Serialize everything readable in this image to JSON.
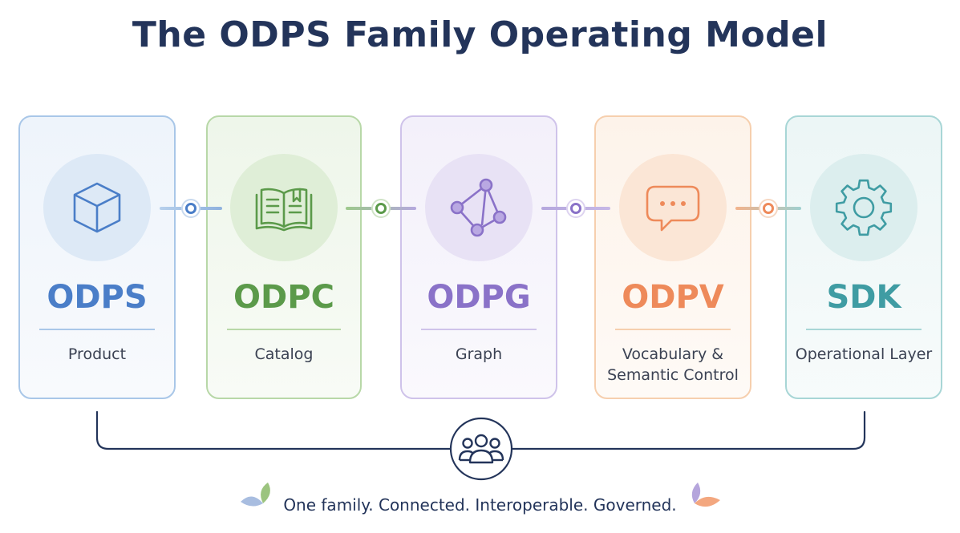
{
  "title": "The ODPS Family Operating Model",
  "cards": [
    {
      "acronym": "ODPS",
      "subtitle": "Product",
      "icon": "cube-icon",
      "color": "#4a7ec8"
    },
    {
      "acronym": "ODPC",
      "subtitle": "Catalog",
      "icon": "open-book-icon",
      "color": "#5b9a4a"
    },
    {
      "acronym": "ODPG",
      "subtitle": "Graph",
      "icon": "graph-nodes-icon",
      "color": "#8a72c8"
    },
    {
      "acronym": "ODPV",
      "subtitle_line1": "Vocabulary &",
      "subtitle_line2": "Semantic Control",
      "icon": "chat-bubble-icon",
      "color": "#ee8a5a"
    },
    {
      "acronym": "SDK",
      "subtitle": "Operational Layer",
      "icon": "gear-icon",
      "color": "#3f9ca3"
    }
  ],
  "center_icon": "people-group-icon",
  "footer": "One family. Connected. Interoperable. Governed.",
  "colors": {
    "title": "#23345a",
    "bracket": "#23345a"
  }
}
